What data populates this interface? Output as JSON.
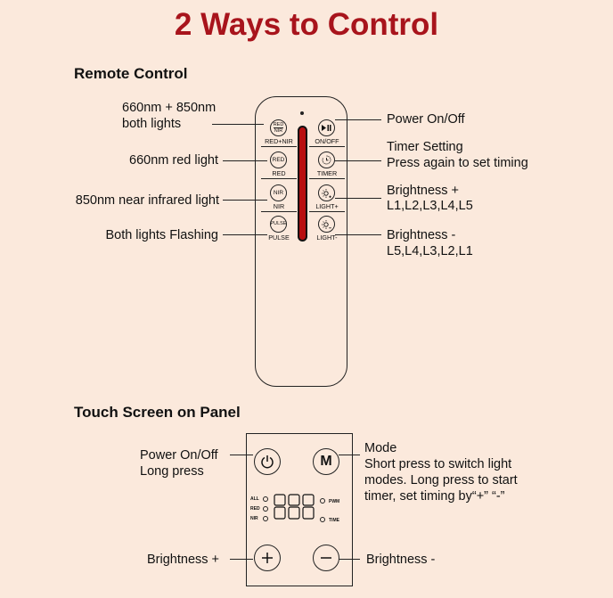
{
  "title": "2 Ways to Control",
  "remote": {
    "heading": "Remote Control",
    "buttons": {
      "red_nir": {
        "icon_top": "RED",
        "icon_bottom": "NIR",
        "caption": "RED+NIR"
      },
      "red": {
        "icon": "RED",
        "caption": "RED"
      },
      "nir": {
        "icon": "NIR",
        "caption": "NIR"
      },
      "pulse": {
        "icon": "PULSE",
        "caption": "PULSE"
      },
      "onoff": {
        "caption": "ON/OFF"
      },
      "timer": {
        "caption": "TIMER"
      },
      "light_plus": {
        "caption": "LIGHT+"
      },
      "light_minus": {
        "caption": "LIGHT-"
      }
    },
    "labels": {
      "both_lights_1": "660nm + 850nm",
      "both_lights_2": "both lights",
      "red_light": "660nm red light",
      "nir_light": "850nm near infrared light",
      "flashing": "Both lights Flashing",
      "power": "Power On/Off",
      "timer_1": "Timer Setting",
      "timer_2": "Press again to set timing",
      "bright_plus_1": "Brightness +",
      "bright_plus_2": "L1,L2,L3,L4,L5",
      "bright_minus_1": "Brightness -",
      "bright_minus_2": "L5,L4,L3,L2,L1"
    }
  },
  "panel": {
    "heading": "Touch Screen on Panel",
    "mode_icon": "M",
    "indicators": {
      "all": "ALL",
      "red": "RED",
      "nir": "NIR",
      "pwm": "PWM",
      "time": "TIME"
    },
    "labels": {
      "power_1": "Power On/Off",
      "power_2": "Long press",
      "mode_1": "Mode",
      "mode_2": "Short press to switch light",
      "mode_3": "modes. Long press to start",
      "mode_4": "timer, set timing by“+” “-”",
      "bright_plus": "Brightness +",
      "bright_minus": "Brightness -"
    }
  },
  "colors": {
    "title": "#a8141c",
    "background": "#fbe9dc",
    "slot_red": "#b80f10"
  },
  "icons": [
    "power-icon",
    "timer-icon",
    "sun-plus-icon",
    "sun-minus-icon",
    "plus-icon",
    "minus-icon",
    "seven-segment-display"
  ]
}
